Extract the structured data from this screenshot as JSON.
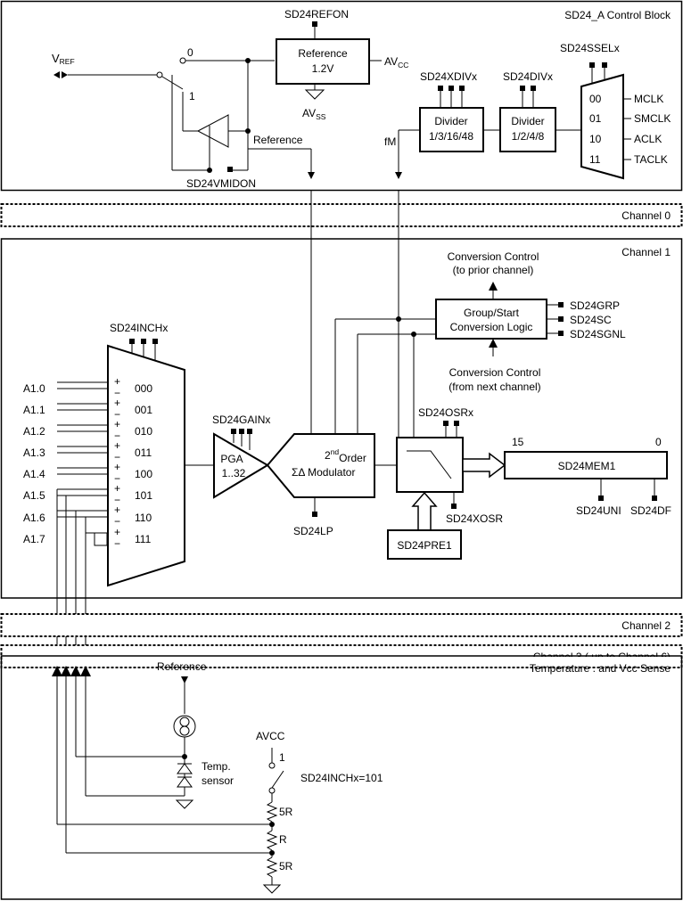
{
  "panels": {
    "control_block": "SD24_A Control Block",
    "channel0": "Channel 0",
    "channel1": "Channel 1",
    "channel2": "Channel 2",
    "channel3": "Channel 3 ( up to Channel  6)",
    "temp": "Temperature . and Vcc Sense"
  },
  "control": {
    "vref_v": "V",
    "vref_sub": "REF",
    "refon": "SD24REFON",
    "ref_line1": "Reference",
    "ref_line2": "1.2V",
    "avcc": "AV",
    "avcc_sub": "CC",
    "avss": "AV",
    "avss_sub": "SS",
    "sw0": "0",
    "sw1": "1",
    "reference_label": "Reference",
    "vmidon": "SD24VMIDON",
    "xdiv": "SD24XDIVx",
    "div1_line1": "Divider",
    "div1_line2": "1/3/16/48",
    "div": "SD24DIVx",
    "div2_line1": "Divider",
    "div2_line2": "1/2/4/8",
    "ssel": "SD24SSELx",
    "fm": "fM",
    "clk_codes": [
      "00",
      "01",
      "10",
      "11"
    ],
    "clk_names": [
      "MCLK",
      "SMCLK",
      "ACLK",
      "TACLK"
    ]
  },
  "ch1": {
    "conv_prior_1": "Conversion Control",
    "conv_prior_2": "(to prior channel)",
    "group_1": "Group/Start",
    "group_2": "Conversion Logic",
    "grp": "SD24GRP",
    "sc": "SD24SC",
    "sgnl": "SD24SGNL",
    "conv_next_1": "Conversion Control",
    "conv_next_2": "(from next channel)",
    "inch": "SD24INCHx",
    "inputs": [
      "A1.0",
      "A1.1",
      "A1.2",
      "A1.3",
      "A1.4",
      "A1.5",
      "A1.6",
      "A1.7"
    ],
    "codes": [
      "000",
      "001",
      "010",
      "011",
      "100",
      "101",
      "110",
      "111"
    ],
    "gain": "SD24GAINx",
    "pga_1": "PGA",
    "pga_2": "1..32",
    "mod_2": "2",
    "mod_nd": "nd",
    "mod_order": "Order",
    "mod_sigma": "ΣΔ Modulator",
    "lp": "SD24LP",
    "osr": "SD24OSRx",
    "xosr": "SD24XOSR",
    "pre": "SD24PRE1",
    "mem": "SD24MEM1",
    "bit15": "15",
    "bit0": "0",
    "uni": "SD24UNI",
    "df": "SD24DF",
    "plus": "+",
    "minus": "−"
  },
  "temp": {
    "reference": "Reference",
    "temp_1": "Temp.",
    "temp_2": "sensor",
    "avcc": "AVCC",
    "sw1": "1",
    "inch101": "SD24INCHx=101",
    "r5a": "5R",
    "r": "R",
    "r5b": "5R"
  }
}
